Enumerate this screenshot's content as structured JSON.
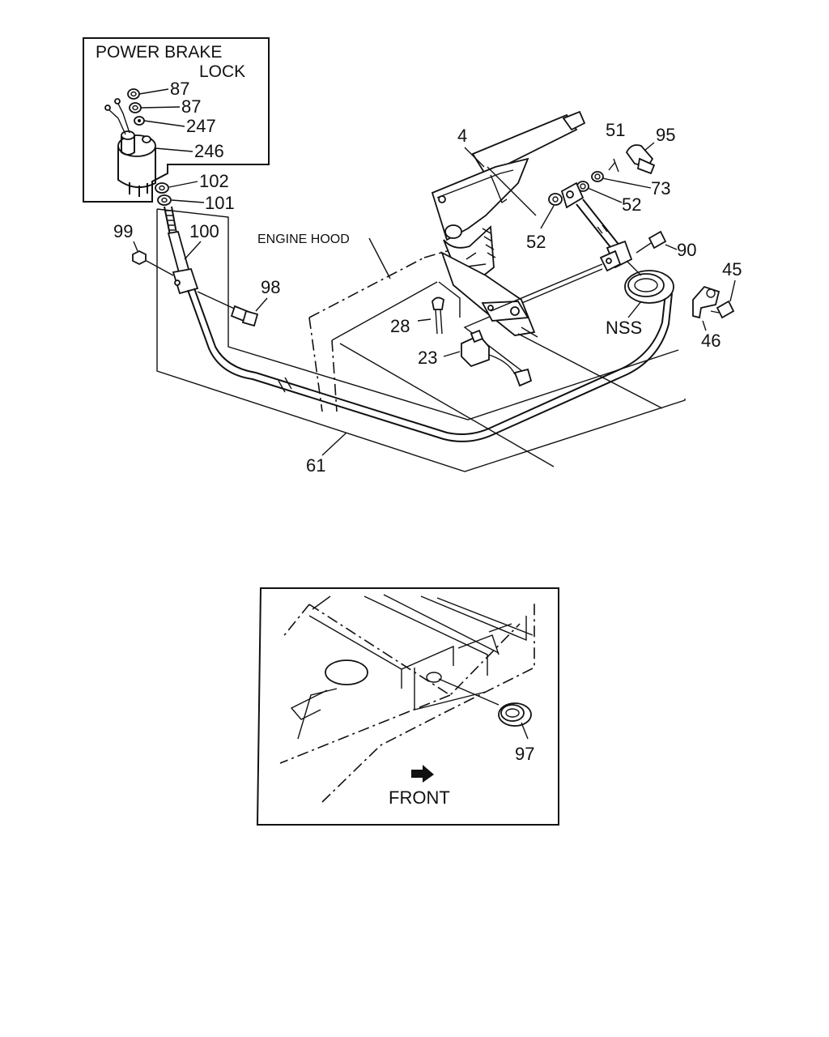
{
  "inset": {
    "title_line1": "POWER BRAKE",
    "title_line2": "LOCK"
  },
  "labels": {
    "p87a": "87",
    "p87b": "87",
    "p247": "247",
    "p246": "246",
    "p102": "102",
    "p101": "101",
    "p99": "99",
    "p100": "100",
    "p98": "98",
    "p4": "4",
    "p51": "51",
    "p95": "95",
    "p73": "73",
    "p52a": "52",
    "p52b": "52",
    "p90": "90",
    "p45": "45",
    "p46": "46",
    "nss": "NSS",
    "p28": "28",
    "p23": "23",
    "p61": "61",
    "p97": "97",
    "engine_hood": "ENGINE HOOD",
    "front": "FRONT"
  }
}
